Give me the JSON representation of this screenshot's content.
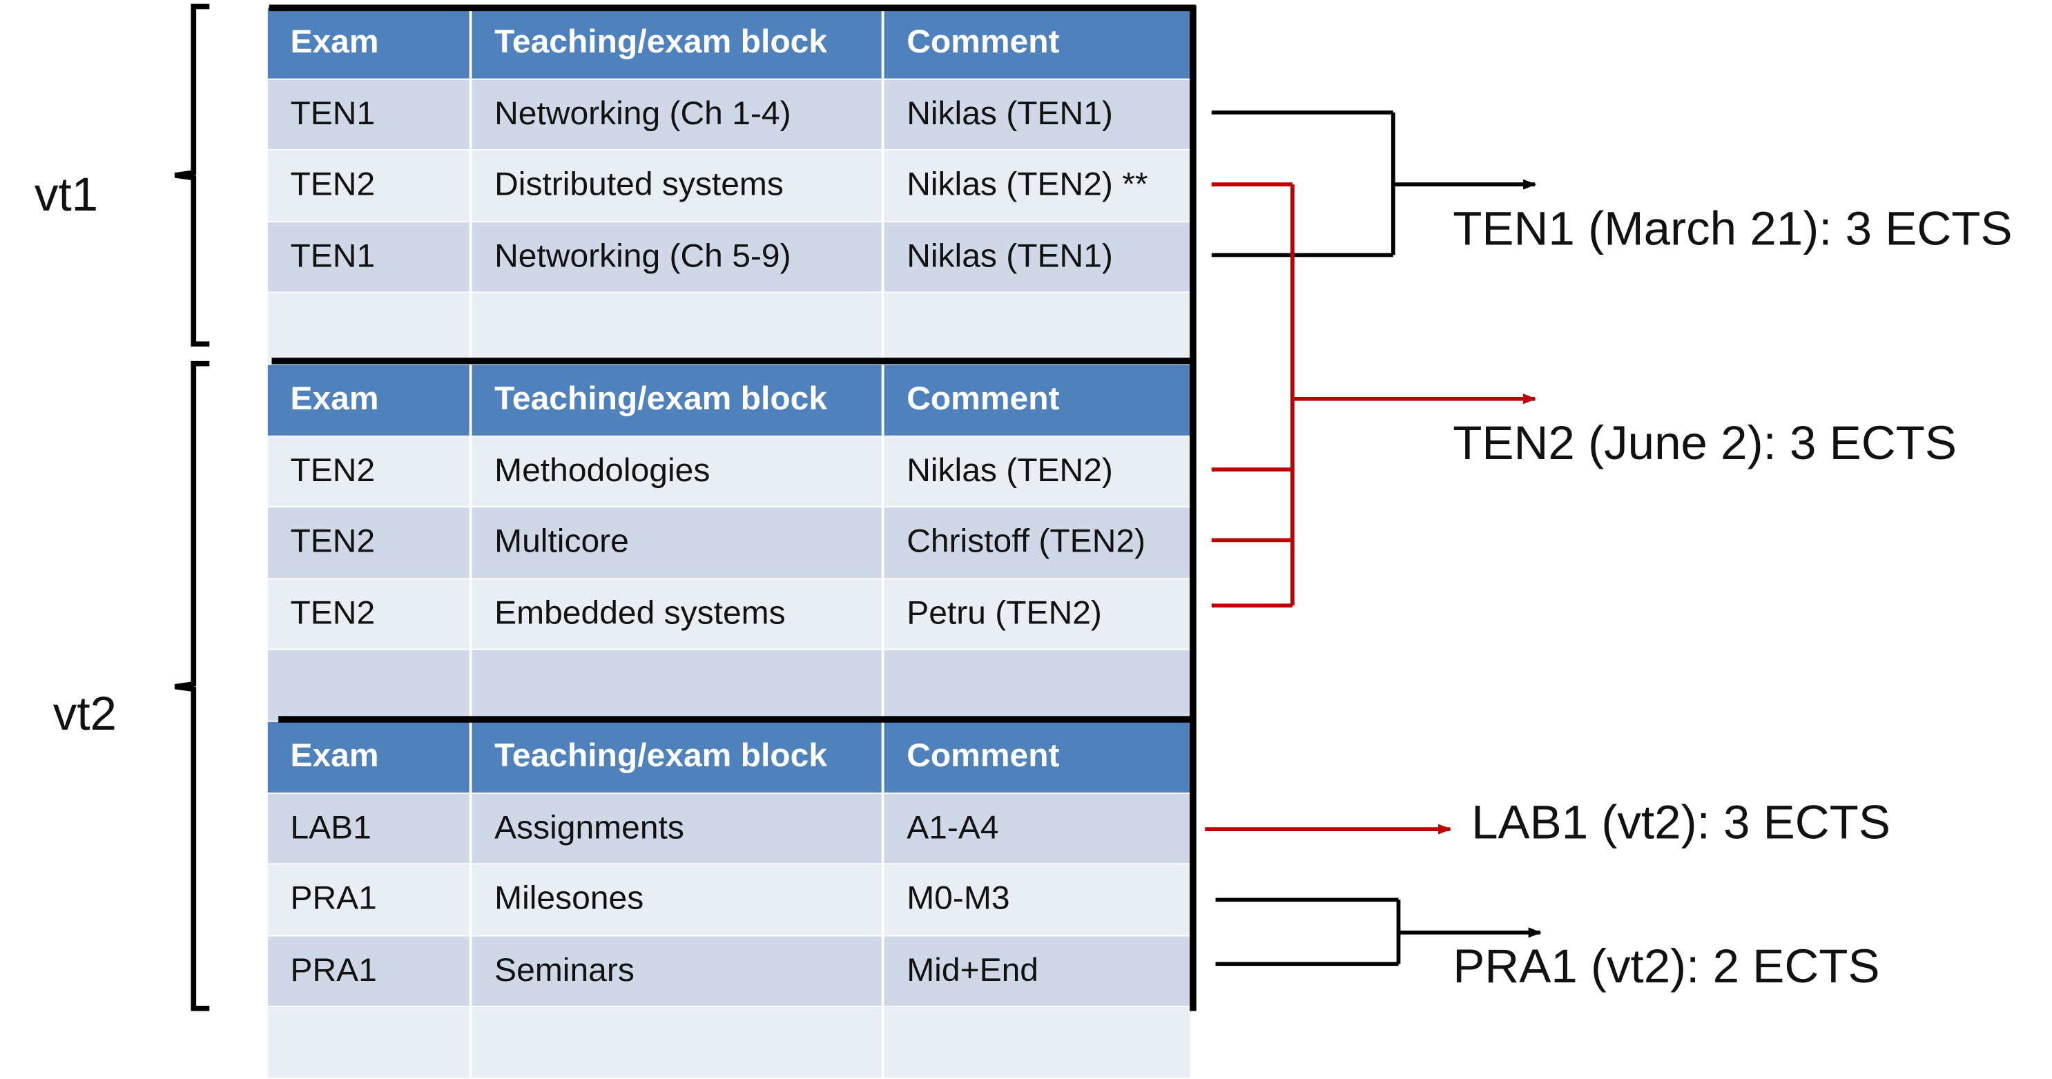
{
  "periods": {
    "vt1": "vt1",
    "vt2": "vt2"
  },
  "headers": {
    "exam": "Exam",
    "block": "Teaching/exam block",
    "comment": "Comment"
  },
  "tables": [
    {
      "rows": [
        {
          "exam": "TEN1",
          "block": "Networking (Ch 1-4)",
          "comment": "Niklas (TEN1)"
        },
        {
          "exam": "TEN2",
          "block": "Distributed systems",
          "comment": "Niklas (TEN2) **"
        },
        {
          "exam": "TEN1",
          "block": "Networking (Ch 5-9)",
          "comment": "Niklas (TEN1)"
        },
        {
          "exam": "",
          "block": "",
          "comment": ""
        }
      ]
    },
    {
      "rows": [
        {
          "exam": "TEN2",
          "block": "Methodologies",
          "comment": "Niklas (TEN2)"
        },
        {
          "exam": "TEN2",
          "block": "Multicore",
          "comment": "Christoff (TEN2)"
        },
        {
          "exam": "TEN2",
          "block": "Embedded systems",
          "comment": "Petru (TEN2)"
        },
        {
          "exam": "",
          "block": "",
          "comment": ""
        }
      ]
    },
    {
      "rows": [
        {
          "exam": "LAB1",
          "block": "Assignments",
          "comment": "A1-A4"
        },
        {
          "exam": "PRA1",
          "block": "Milesones",
          "comment": "M0-M3"
        },
        {
          "exam": "PRA1",
          "block": "Seminars",
          "comment": "Mid+End"
        },
        {
          "exam": "",
          "block": "",
          "comment": ""
        }
      ]
    }
  ],
  "outcomes": {
    "ten1": "TEN1  (March 21): 3 ECTS",
    "ten2": "TEN2  (June 2): 3 ECTS",
    "lab1": "LAB1  (vt2): 3 ECTS",
    "pra1": "PRA1  (vt2): 2 ECTS"
  },
  "colors": {
    "header": "#4f81bd",
    "row_odd": "#d0d8e8",
    "row_even": "#e9edf4",
    "red": "#c00000",
    "black": "#000000"
  }
}
